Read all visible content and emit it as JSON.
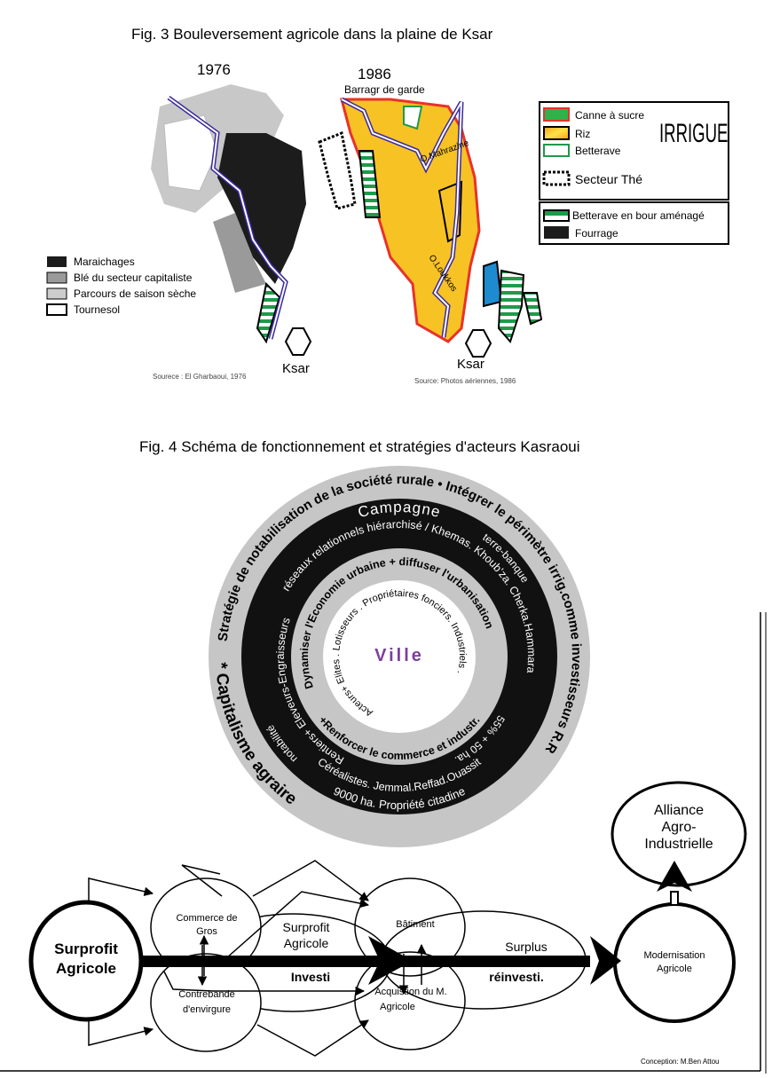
{
  "fig3": {
    "title": "Fig. 3  Bouleversement agricole dans la plaine de Ksar",
    "year_left": "1976",
    "year_right": "1986",
    "dam_label": "Barragr de garde",
    "river1": "O.Mahrazine",
    "river2": "O.Loukkos",
    "town_left": "Ksar",
    "town_right": "Ksar",
    "source_left": "Sourece : El Gharbaoui, 1976",
    "source_right": "Source: Photos aériennes, 1986",
    "legend_left": [
      "Maraichages",
      "Blé du secteur capitaliste",
      "Parcours de saison sèche",
      "Tournesol"
    ],
    "legend_right": {
      "irrigue": "IRRIGUE",
      "items": [
        "Canne à sucre",
        "Riz",
        "Betterave",
        "Secteur Thé"
      ],
      "bour_items": [
        "Betterave en bour aménagé",
        "Fourrage"
      ]
    },
    "colors": {
      "sugar": "#2db34a",
      "rice": "#f7c224",
      "border_red": "#e8322a",
      "river": "#3a2a9e",
      "ville": "#7b3fa0"
    }
  },
  "fig4": {
    "title": "Fig. 4  Schéma de fonctionnement et stratégies d'acteurs Kasraoui",
    "outer_ring": "Stratégie de notabilisation de la société rurale  •  Intégrer le périmètre irrig.comme investisseurs R.R",
    "outer_bottom": "* Capitalisme agraire",
    "campagne": "Campagne",
    "black_ring_top": "réseaux relationnels hiérarchisé / Khemas. Khoub'za. Cherka.Hammara",
    "black_left_1": "Rentiers+ Eleveurs-Engraisseurs",
    "black_left_2": "notabilité",
    "black_right_1": "terre-banque",
    "black_right_2": "55% + 50 ha.",
    "black_bottom_1": "Céréalistes. Jemmal.Reffad.Ouassit",
    "black_bottom_2": "9000 ha. Propriété citadine",
    "inner_ring_top": "Dynamiser l'Economie urbaine  + diffuser l'urbanisation",
    "inner_ring_bottom": "+Renforcer le commerce et industr.",
    "center_ring": "Acteurs+ Elites . Lotisseurs . Propriétaires fonciers. Industriels .",
    "ville": "Ville"
  },
  "flow": {
    "source_line1": "Surprofit",
    "source_line2": "Agricole",
    "commerce_1": "Commerce de",
    "commerce_2": "Gros",
    "contrebande_1": "Contrebande",
    "contrebande_2": "d'envirgure",
    "surprofit_1": "Surprofit",
    "surprofit_2": "Agricole",
    "investi": "Investi",
    "batiment": "Bâtiment",
    "acquisition_1": "Acquistion du M.",
    "acquisition_2": "Agricole",
    "surplus": "Surplus",
    "reinvesti": "réinvesti.",
    "modern_1": "Modernisation",
    "modern_2": "Agricole",
    "alliance_1": "Alliance",
    "alliance_2": "Agro-",
    "alliance_3": "Industrielle",
    "credit": "Conception: M.Ben Attou"
  }
}
